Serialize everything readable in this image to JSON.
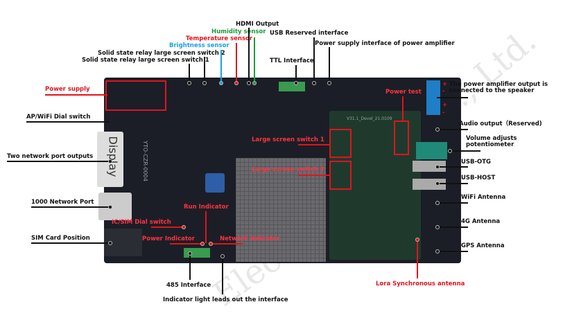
{
  "top_labels": {
    "hdmi": "HDMI Output",
    "humidity": "Humidity sensor",
    "temperature": "Temperature sensor",
    "brightness": "Brightness sensor",
    "ssr2": "Solid state relay large screen switch 2",
    "ssr1": "Solid state relay large screen switch 1",
    "usb_reserved": "USB Reserved interface",
    "ttl": "TTL Interface",
    "amp_power": "Power supply interface of power amplifier"
  },
  "left_labels": {
    "power_supply": "Power supply",
    "ap_wifi": "AP/WiFi Dial switch",
    "two_ports": "Two network port outputs",
    "gigabit": "1000 Network Port",
    "sim": "SIM Card Position"
  },
  "bottom_labels": {
    "rs485": "485 Interface",
    "indicator_leads": "Indicator light leads out the interface",
    "lora": "Lora Synchronous antenna"
  },
  "board_labels": {
    "large1": "Large screen switch 1",
    "large2": "Large screen switch 2",
    "power_test": "Power test",
    "run": "Run Indicator",
    "icsim": "IC/SIM Dial switch",
    "power_ind": "Power Indicator",
    "network_ind": "Network indicator",
    "display": "Display",
    "model": "YTO-CZR-0004",
    "version": "V31.1_Devel_21.0109"
  },
  "right_labels": {
    "speaker": "The power amplifier output is connected to the speaker",
    "audio": "Audio output（Reserved)",
    "volume": "Volume adjusts potentiometer",
    "usb_otg": "USB-OTG",
    "usb_host": "USB-HOST",
    "wifi": "WiFi Antenna",
    "g4": "4G Antenna",
    "gps": "GPS Antenna",
    "plus": "+",
    "minus": "-"
  },
  "watermark": "Electronics Co., Ltd."
}
